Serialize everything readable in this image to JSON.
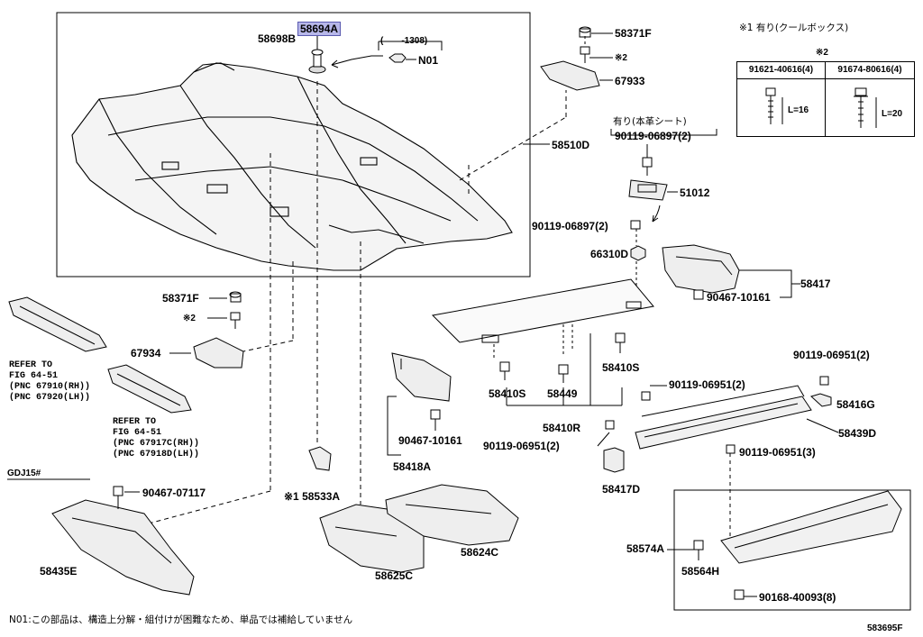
{
  "callouts": {
    "p58694A": "58694A",
    "p58698B": "58698B",
    "pN01": "N01",
    "p1308": "(　　-1308)",
    "p58371F_top": "58371F",
    "p2_top": "※2",
    "p67933": "67933",
    "p58510D": "58510D",
    "p_honkawa": "有り(本革シート)",
    "p90119_06897_top": "90119-06897(2)",
    "p51012": "51012",
    "p90119_06897_mid": "90119-06897(2)",
    "p66310D": "66310D",
    "p58417": "58417",
    "p90467_10161_r": "90467-10161",
    "p58371F_left": "58371F",
    "p2_left": "※2",
    "p67934": "67934",
    "p58410S_a": "58410S",
    "p58449": "58449",
    "p58410S_b": "58410S",
    "p58410R": "58410R",
    "p90119_06951_r": "90119-06951(2)",
    "p58416G": "58416G",
    "p90119_06951_m": "90119-06951(2)",
    "p58439D": "58439D",
    "p90467_10161_c": "90467-10161",
    "p58418A": "58418A",
    "p90119_06951_l": "90119-06951(2)",
    "p58417D": "58417D",
    "p90119_06951_3": "90119-06951(3)",
    "p58533A": "※1 58533A",
    "p90467_07117": "90467-07117",
    "pGDJ": "GDJ15#",
    "p58435E": "58435E",
    "p58625C": "58625C",
    "p58624C": "58624C",
    "p58574A": "58574A",
    "p58564H": "58564H",
    "p90168": "90168-40093(8)"
  },
  "refer_a": {
    "line1": "REFER TO",
    "line2": "FIG 64-51",
    "line3": "(PNC 67910(RH))",
    "line4": "(PNC 67920(LH))"
  },
  "refer_b": {
    "line1": "REFER TO",
    "line2": "FIG 64-51",
    "line3": "(PNC 67917C(RH))",
    "line4": "(PNC 67918D(LH))"
  },
  "legend": {
    "note1": "※1 有り(クールボックス)",
    "mark2": "※2",
    "col1": "91621-40616(4)",
    "col2": "91674-80616(4)",
    "len1": "L=16",
    "len2": "L=20"
  },
  "footer": {
    "note": "N01:この部品は、構造上分解・組付けが困難なため、単品では補給していません",
    "figure_id": "583695F"
  }
}
